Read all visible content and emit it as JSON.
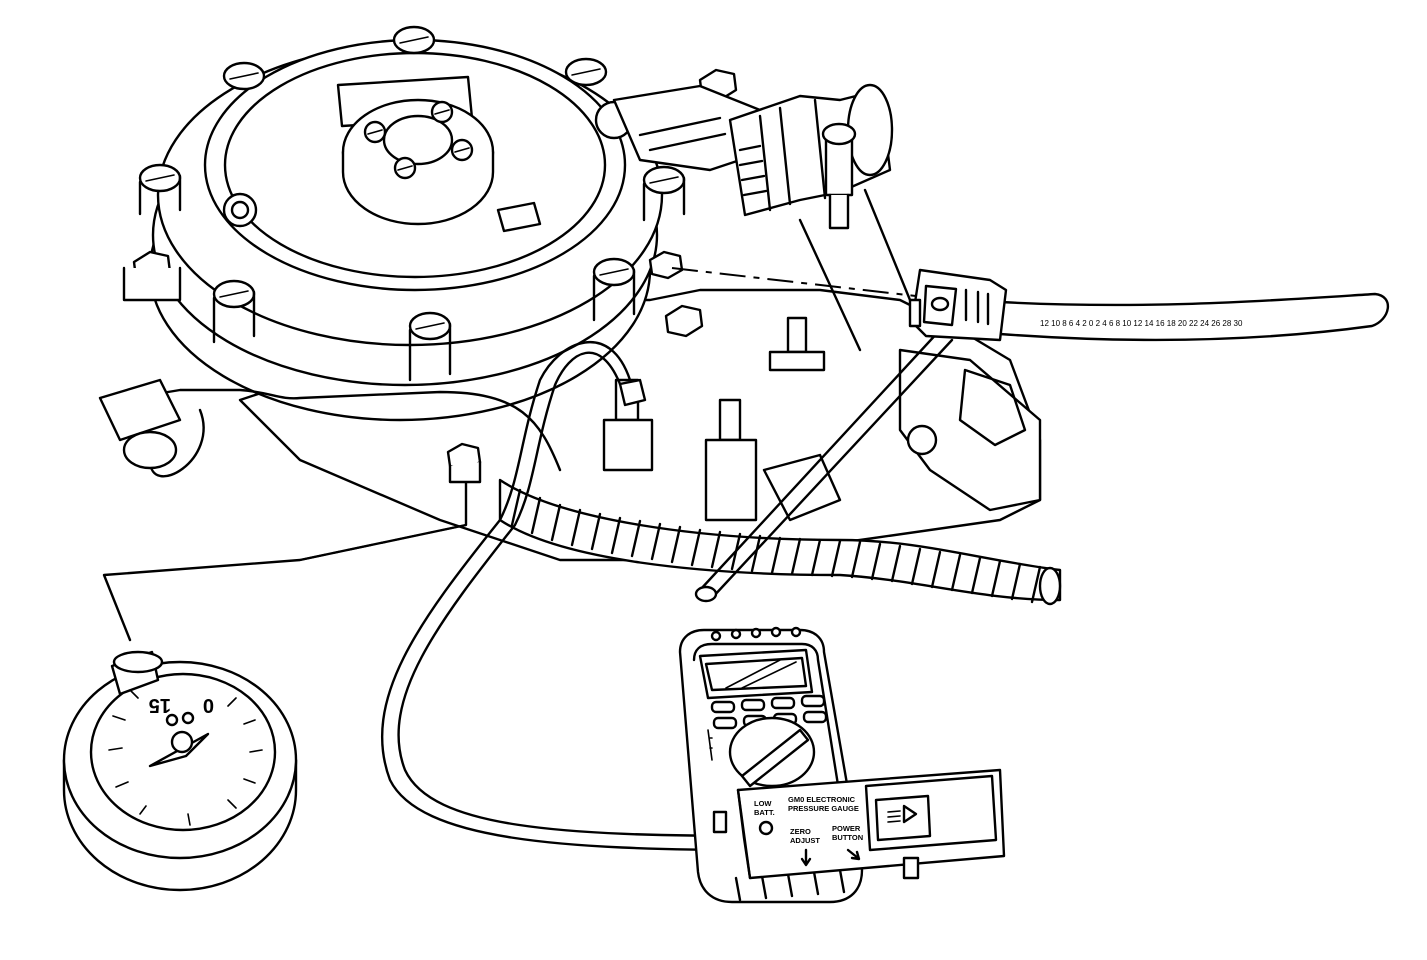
{
  "dial_gauge": {
    "scale_labels": [
      "0",
      "15"
    ]
  },
  "electronic_pressure_gauge": {
    "title_line1": "GM0 ELECTRONIC",
    "title_line2": "PRESSURE GAUGE",
    "low_batt_line1": "LOW",
    "low_batt_line2": "BATT.",
    "zero_adjust_line1": "ZERO",
    "zero_adjust_line2": "ADJUST",
    "power_button_line1": "POWER",
    "power_button_line2": "BUTTON"
  },
  "colors": {
    "line": "#000000",
    "background": "#ffffff"
  }
}
